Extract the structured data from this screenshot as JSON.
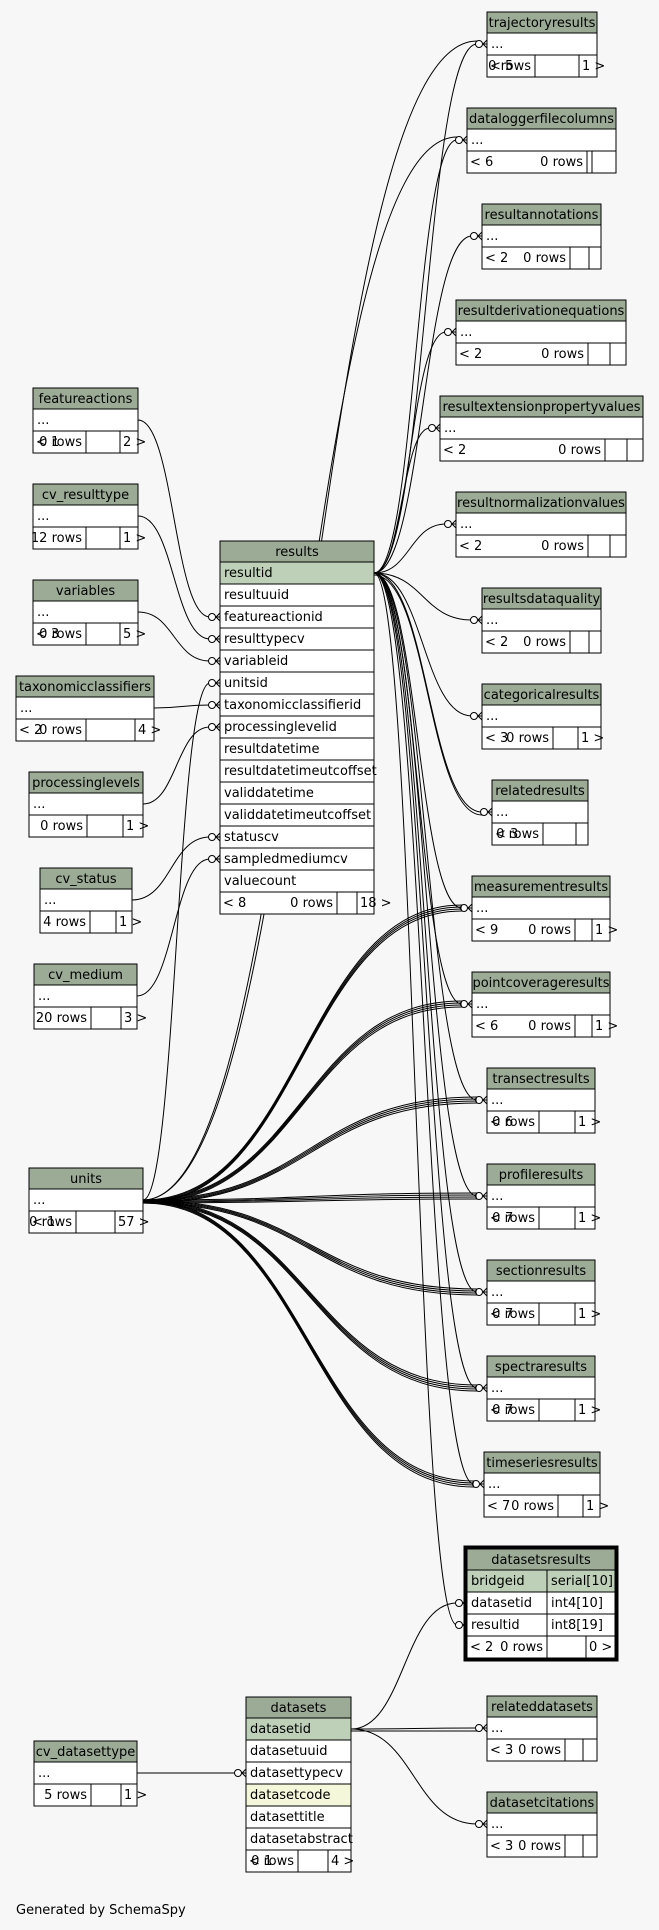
{
  "footer": "Generated by SchemaSpy",
  "colors": {
    "header": "#9bab96",
    "pk": "#bed1b8",
    "highlight": "#f4f7da",
    "body": "#ffffff",
    "line": "#000000",
    "background": "#f7f7f7"
  },
  "tables": [
    {
      "id": "trajectoryresults",
      "name": "trajectoryresults",
      "rows": [
        "..."
      ],
      "footer": [
        "< 5",
        "0 rows",
        "1 >"
      ]
    },
    {
      "id": "dataloggerfilecolumns",
      "name": "dataloggerfilecolumns",
      "rows": [
        "..."
      ],
      "footer": [
        "< 6",
        "0 rows",
        ""
      ]
    },
    {
      "id": "resultannotations",
      "name": "resultannotations",
      "rows": [
        "..."
      ],
      "footer": [
        "< 2",
        "0 rows",
        ""
      ]
    },
    {
      "id": "resultderivationequations",
      "name": "resultderivationequations",
      "rows": [
        "..."
      ],
      "footer": [
        "< 2",
        "0 rows",
        ""
      ]
    },
    {
      "id": "resultextensionpropertyvalues",
      "name": "resultextensionpropertyvalues",
      "rows": [
        "..."
      ],
      "footer": [
        "< 2",
        "0 rows",
        ""
      ]
    },
    {
      "id": "resultnormalizationvalues",
      "name": "resultnormalizationvalues",
      "rows": [
        "..."
      ],
      "footer": [
        "< 2",
        "0 rows",
        ""
      ]
    },
    {
      "id": "resultsdataquality",
      "name": "resultsdataquality",
      "rows": [
        "..."
      ],
      "footer": [
        "< 2",
        "0 rows",
        ""
      ]
    },
    {
      "id": "categoricalresults",
      "name": "categoricalresults",
      "rows": [
        "..."
      ],
      "footer": [
        "< 3",
        "0 rows",
        "1 >"
      ]
    },
    {
      "id": "relatedresults",
      "name": "relatedresults",
      "rows": [
        "..."
      ],
      "footer": [
        "< 3",
        "0 rows",
        ""
      ]
    },
    {
      "id": "measurementresults",
      "name": "measurementresults",
      "rows": [
        "..."
      ],
      "footer": [
        "< 9",
        "0 rows",
        "1 >"
      ]
    },
    {
      "id": "pointcoverageresults",
      "name": "pointcoverageresults",
      "rows": [
        "..."
      ],
      "footer": [
        "< 6",
        "0 rows",
        "1 >"
      ]
    },
    {
      "id": "transectresults",
      "name": "transectresults",
      "rows": [
        "..."
      ],
      "footer": [
        "< 6",
        "0 rows",
        "1 >"
      ]
    },
    {
      "id": "profileresults",
      "name": "profileresults",
      "rows": [
        "..."
      ],
      "footer": [
        "< 7",
        "0 rows",
        "1 >"
      ]
    },
    {
      "id": "sectionresults",
      "name": "sectionresults",
      "rows": [
        "..."
      ],
      "footer": [
        "< 7",
        "0 rows",
        "1 >"
      ]
    },
    {
      "id": "spectraresults",
      "name": "spectraresults",
      "rows": [
        "..."
      ],
      "footer": [
        "< 7",
        "0 rows",
        "1 >"
      ]
    },
    {
      "id": "timeseriesresults",
      "name": "timeseriesresults",
      "rows": [
        "..."
      ],
      "footer": [
        "< 7",
        "0 rows",
        "1 >"
      ]
    },
    {
      "id": "datasetsresults",
      "name": "datasetsresults",
      "bold": true,
      "rows": [
        [
          "bridgeid",
          "serial[10]"
        ],
        [
          "datasetid",
          "int4[10]"
        ],
        [
          "resultid",
          "int8[19]"
        ]
      ],
      "pkRows": [
        0
      ],
      "footer": [
        "< 2",
        "0 rows",
        "0 >"
      ]
    },
    {
      "id": "relateddatasets",
      "name": "relateddatasets",
      "rows": [
        "..."
      ],
      "footer": [
        "< 3",
        "0 rows",
        ""
      ]
    },
    {
      "id": "datasetcitations",
      "name": "datasetcitations",
      "rows": [
        "..."
      ],
      "footer": [
        "< 3",
        "0 rows",
        ""
      ]
    },
    {
      "id": "results",
      "name": "results",
      "rows": [
        "resultid",
        "resultuuid",
        "featureactionid",
        "resulttypecv",
        "variableid",
        "unitsid",
        "taxonomicclassifierid",
        "processinglevelid",
        "resultdatetime",
        "resultdatetimeutcoffset",
        "validdatetime",
        "validdatetimeutcoffset",
        "statuscv",
        "sampledmediumcv",
        "valuecount"
      ],
      "pkRows": [
        0
      ],
      "footer": [
        "< 8",
        "0 rows",
        "18 >"
      ]
    },
    {
      "id": "datasets",
      "name": "datasets",
      "rows": [
        "datasetid",
        "datasetuuid",
        "datasettypecv",
        "datasetcode",
        "datasettitle",
        "datasetabstract"
      ],
      "pkRows": [
        0
      ],
      "hlRows": [
        3
      ],
      "footer": [
        "< 1",
        "0 rows",
        "4 >"
      ]
    },
    {
      "id": "featureactions",
      "name": "featureactions",
      "rows": [
        "..."
      ],
      "footer": [
        "< 1",
        "0 rows",
        "2 >"
      ]
    },
    {
      "id": "cv_resulttype",
      "name": "cv_resulttype",
      "rows": [
        "..."
      ],
      "footer": [
        "",
        "12 rows",
        "1 >"
      ]
    },
    {
      "id": "variables",
      "name": "variables",
      "rows": [
        "..."
      ],
      "footer": [
        "< 3",
        "0 rows",
        "5 >"
      ]
    },
    {
      "id": "taxonomicclassifiers",
      "name": "taxonomicclassifiers",
      "rows": [
        "..."
      ],
      "footer": [
        "< 2",
        "0 rows",
        "4 >"
      ]
    },
    {
      "id": "processinglevels",
      "name": "processinglevels",
      "rows": [
        "..."
      ],
      "footer": [
        "",
        "0 rows",
        "1 >"
      ]
    },
    {
      "id": "cv_status",
      "name": "cv_status",
      "rows": [
        "..."
      ],
      "footer": [
        "",
        "4 rows",
        "1 >"
      ]
    },
    {
      "id": "cv_medium",
      "name": "cv_medium",
      "rows": [
        "..."
      ],
      "footer": [
        "",
        "20 rows",
        "3 >"
      ]
    },
    {
      "id": "units",
      "name": "units",
      "rows": [
        "..."
      ],
      "footer": [
        "< 1",
        "0 rows",
        "57 >"
      ]
    },
    {
      "id": "cv_datasettype",
      "name": "cv_datasettype",
      "rows": [
        "..."
      ],
      "footer": [
        "",
        "5 rows",
        "1 >"
      ]
    }
  ]
}
